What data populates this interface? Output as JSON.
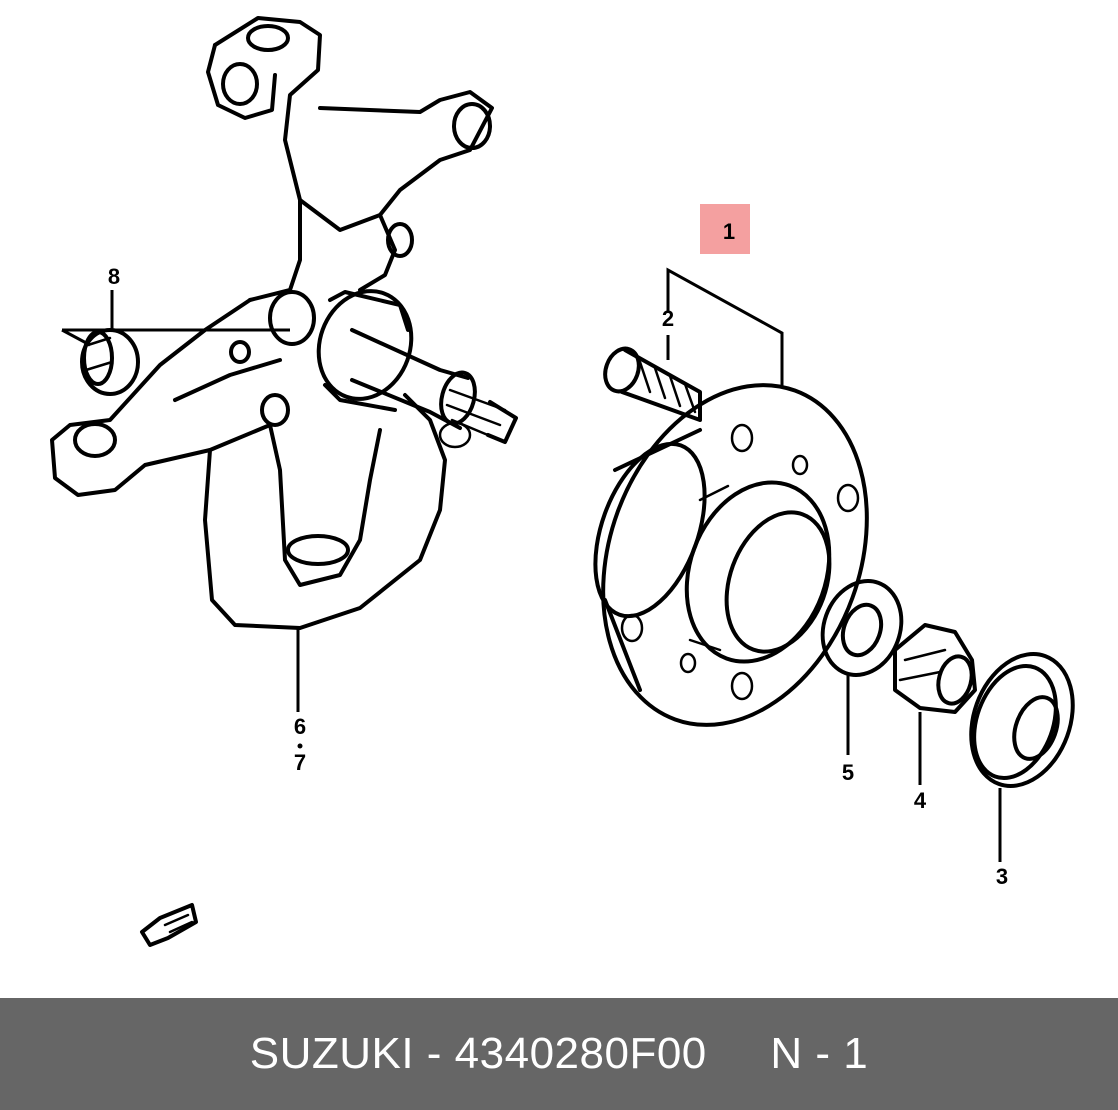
{
  "diagram": {
    "highlight_color": "#f4a0a0",
    "callouts": {
      "c1": "1",
      "c2": "2",
      "c3": "3",
      "c4": "4",
      "c5": "5",
      "c6": "6",
      "c7": "7",
      "c8": "8"
    }
  },
  "footer": {
    "text": "SUZUKI - 4340280F00     N - 1",
    "background_color": "#666666",
    "text_color": "#ffffff"
  }
}
